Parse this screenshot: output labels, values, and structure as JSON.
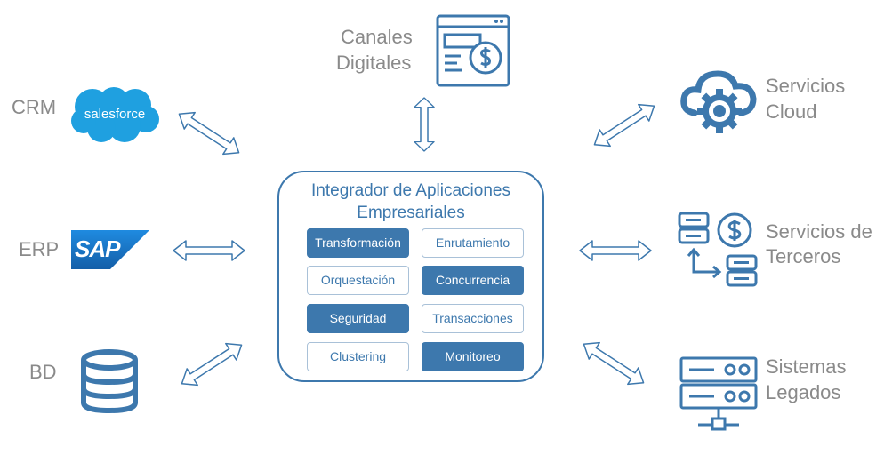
{
  "hub": {
    "title_line1": "Integrador de Aplicaciones",
    "title_line2": "Empresariales",
    "capabilities": [
      {
        "label": "Transformación",
        "style": "filled"
      },
      {
        "label": "Enrutamiento",
        "style": "outline"
      },
      {
        "label": "Orquestación",
        "style": "outline"
      },
      {
        "label": "Concurrencia",
        "style": "filled"
      },
      {
        "label": "Seguridad",
        "style": "filled"
      },
      {
        "label": "Transacciones",
        "style": "outline"
      },
      {
        "label": "Clustering",
        "style": "outline"
      },
      {
        "label": "Monitoreo",
        "style": "filled"
      }
    ]
  },
  "systems": {
    "crm": {
      "label": "CRM",
      "logo_text": "salesforce",
      "icon": "salesforce-cloud-logo"
    },
    "erp": {
      "label": "ERP",
      "logo_text": "SAP",
      "icon": "sap-logo"
    },
    "bd": {
      "label": "BD",
      "icon": "database-icon"
    },
    "canales": {
      "label_line1": "Canales",
      "label_line2": "Digitales",
      "icon": "payment-window-icon"
    },
    "cloud": {
      "label_line1": "Servicios",
      "label_line2": "Cloud",
      "icon": "cloud-gear-icon"
    },
    "terceros": {
      "label_line1": "Servicios de",
      "label_line2": "Terceros",
      "icon": "third-party-service-icon"
    },
    "legados": {
      "label_line1": "Sistemas",
      "label_line2": "Legados",
      "icon": "server-rack-icon"
    }
  },
  "colors": {
    "accent": "#3d78ad",
    "salesforce": "#1fa0e0",
    "sap": "#1b6fc2",
    "label_gray": "#8a8a8a"
  }
}
